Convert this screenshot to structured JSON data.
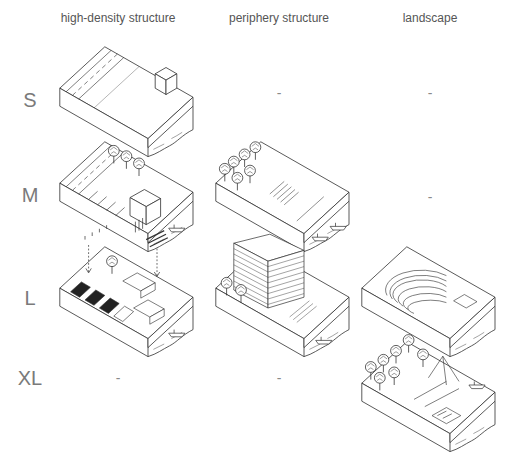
{
  "diagram": {
    "labels": [
      "high-density structure",
      "periphery structure",
      "landscape",
      "S",
      "-",
      "-",
      "M",
      "-",
      "L",
      "XL",
      "-",
      "-"
    ]
  }
}
